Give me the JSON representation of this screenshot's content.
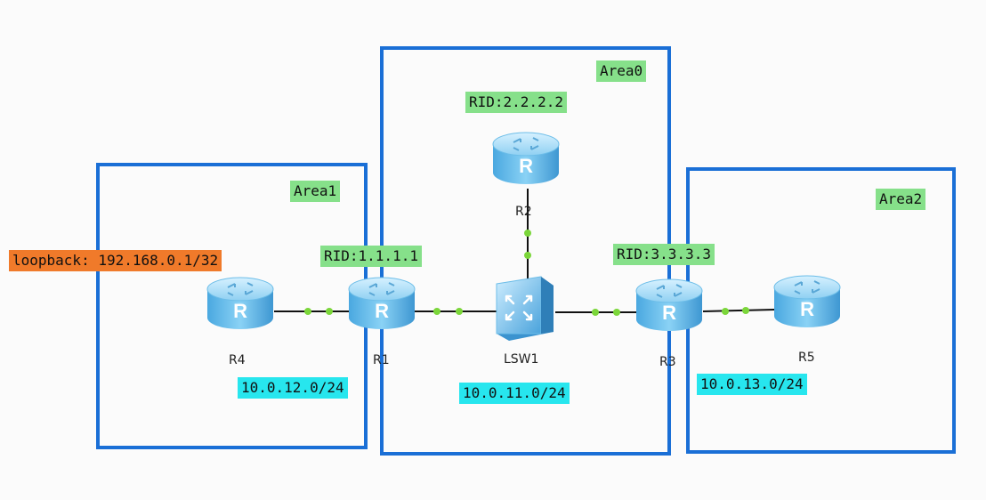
{
  "areas": {
    "area0": "Area0",
    "area1": "Area1",
    "area2": "Area2"
  },
  "rids": {
    "r1": "RID:1.1.1.1",
    "r2": "RID:2.2.2.2",
    "r3": "RID:3.3.3.3"
  },
  "loopback": "loopback: 192.168.0.1/32",
  "subnets": {
    "r4_r1": "10.0.12.0/24",
    "lsw1": "10.0.11.0/24",
    "r3_r5": "10.0.13.0/24"
  },
  "devices": {
    "r1": {
      "name": "R1",
      "icon": "router-icon"
    },
    "r2": {
      "name": "R2",
      "icon": "router-icon"
    },
    "r3": {
      "name": "R3",
      "icon": "router-icon"
    },
    "r4": {
      "name": "R4",
      "icon": "router-icon"
    },
    "r5": {
      "name": "R5",
      "icon": "router-icon"
    },
    "lsw1": {
      "name": "LSW1",
      "icon": "switch-icon"
    }
  },
  "colors": {
    "area_border": "#1a6fd6",
    "label_green": "#86e08a",
    "label_cyan": "#27e6ee",
    "label_orange": "#f07a2a",
    "link_dot": "#7bd63a"
  }
}
